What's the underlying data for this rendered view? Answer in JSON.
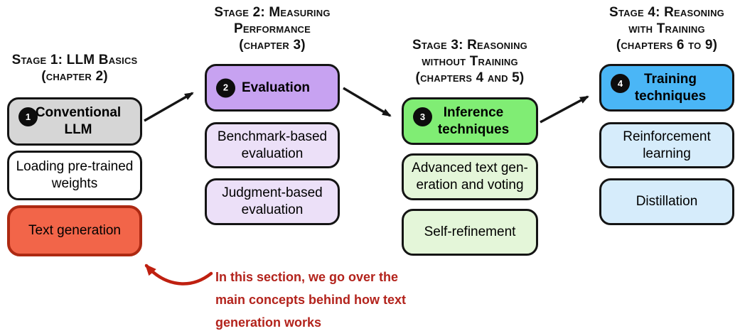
{
  "stages": [
    {
      "title": "Stage 1: LLM Basics\n(chapter 2)",
      "main": {
        "badge": "1",
        "label": "Conventional\nLLM"
      },
      "subs": [
        {
          "label": "Loading pre-trained\nweights"
        },
        {
          "label": "Text generation"
        }
      ]
    },
    {
      "title": "Stage 2: Measuring\nPerformance\n(chapter 3)",
      "main": {
        "badge": "2",
        "label": "Evaluation"
      },
      "subs": [
        {
          "label": "Benchmark-based\nevaluation"
        },
        {
          "label": "Judgment-based\nevaluation"
        }
      ]
    },
    {
      "title": "Stage 3: Reasoning\nwithout Training\n(chapters 4 and 5)",
      "main": {
        "badge": "3",
        "label": "Inference\ntechniques"
      },
      "subs": [
        {
          "label": "Advanced text gen-\neration and voting"
        },
        {
          "label": "Self-refinement"
        }
      ]
    },
    {
      "title": "Stage 4: Reasoning\nwith Training\n(chapters 6 to 9)",
      "main": {
        "badge": "4",
        "label": "Training\ntechniques"
      },
      "subs": [
        {
          "label": "Reinforcement\nlearning"
        },
        {
          "label": "Distillation"
        }
      ]
    }
  ],
  "annotation": {
    "text": "In this section, we go over the\nmain concepts behind how text\ngeneration works"
  },
  "colors": {
    "stage1_main": "#d6d6d6",
    "stage1_sub": "#ffffff",
    "stage2_main": "#c7a2f1",
    "stage2_sub": "#ece0f8",
    "stage3_main": "#80ed74",
    "stage3_sub": "#e4f6d9",
    "stage4_main": "#4ab6f6",
    "stage4_sub": "#d6ecfb",
    "highlight_fill": "#f26549",
    "highlight_border": "#ad2912",
    "box_border": "#141414",
    "arrow_black": "#151515",
    "arrow_red": "#bf2010",
    "annotation_red": "#b3231c"
  }
}
